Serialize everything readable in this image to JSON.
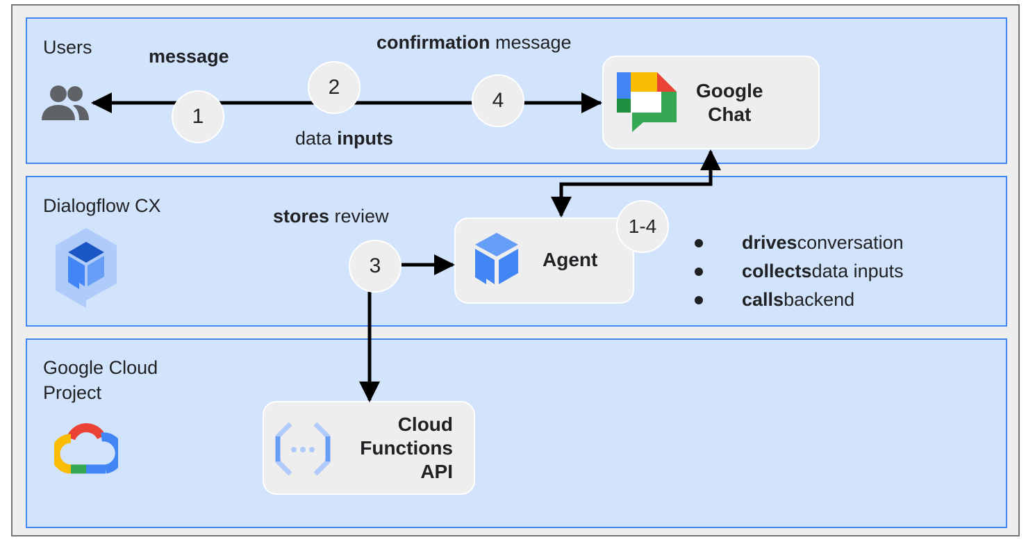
{
  "bands": {
    "users": {
      "label": "Users"
    },
    "dialogflow": {
      "label": "Dialogflow CX"
    },
    "cloud": {
      "label_line1": "Google Cloud",
      "label_line2": "Project"
    }
  },
  "steps": {
    "s1": "1",
    "s2": "2",
    "s3": "3",
    "s4": "4",
    "s14": "1-4"
  },
  "labels": {
    "message": {
      "bold": "message",
      "rest": ""
    },
    "confirmation": {
      "bold": "confirmation",
      "rest": " message"
    },
    "data_inputs": {
      "pre": "data ",
      "bold": "inputs"
    },
    "stores_review": {
      "bold": "stores",
      "rest": " review"
    }
  },
  "cards": {
    "chat": {
      "line1": "Google",
      "line2": "Chat"
    },
    "agent": {
      "title": "Agent"
    },
    "functions": {
      "line1": "Cloud",
      "line2": "Functions",
      "line3": "API"
    }
  },
  "agent_duties": [
    {
      "bold": "drives",
      "rest": " conversation"
    },
    {
      "bold": "collects",
      "rest": " data inputs"
    },
    {
      "bold": "calls",
      "rest": " backend"
    }
  ],
  "colors": {
    "band_fill": "#d2e3fc",
    "band_border": "#4285f4",
    "google_blue": "#4285f4",
    "google_red": "#ea4335",
    "google_yellow": "#fbbc04",
    "google_green": "#34a853"
  }
}
